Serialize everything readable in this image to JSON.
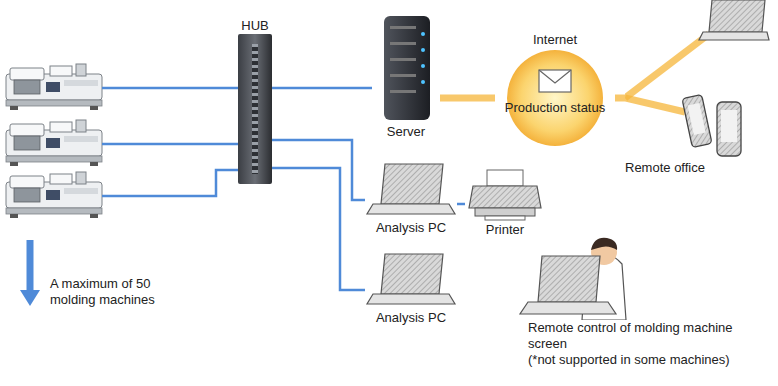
{
  "diagram": {
    "nodes": [
      {
        "text": [
          "HUB"
        ]
      },
      {
        "text": [
          "Server"
        ]
      },
      {
        "text": [
          "Internet",
          "Production status"
        ]
      },
      {
        "text": [
          "Remote office"
        ]
      },
      {
        "text": [
          "Analysis PC"
        ]
      },
      {
        "text": [
          "Printer"
        ]
      },
      {
        "text": [
          "Analysis PC"
        ]
      },
      {
        "text": [
          "Remote control of molding machine screen",
          "(*not supported in some machines)"
        ]
      }
    ],
    "edges": [
      {
        "from": 0,
        "to": 1,
        "arrow": "none"
      },
      {
        "from": 1,
        "to": 2,
        "arrow": "none"
      },
      {
        "from": 2,
        "to": 3,
        "arrow": "none"
      },
      {
        "from": 0,
        "to": 4,
        "arrow": "none"
      },
      {
        "from": 4,
        "to": 5,
        "arrow": "none"
      },
      {
        "from": 0,
        "to": 6,
        "arrow": "none"
      }
    ],
    "labels": [
      "A maximum of 50 molding machines"
    ]
  }
}
